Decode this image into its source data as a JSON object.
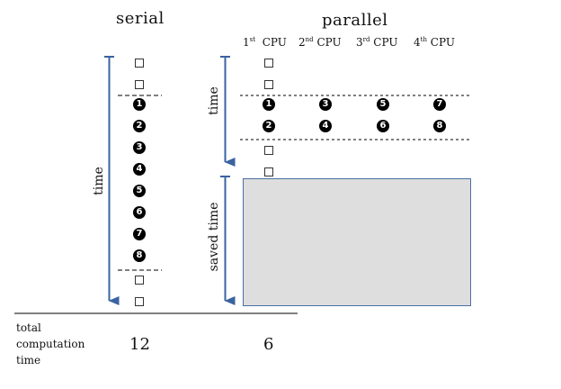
{
  "serial": {
    "heading": "serial",
    "time_label": "time",
    "tasks": [
      "1",
      "2",
      "3",
      "4",
      "5",
      "6",
      "7",
      "8"
    ],
    "total": "12"
  },
  "parallel": {
    "heading": "parallel",
    "time_label": "time",
    "saved_label": "saved time",
    "cpus": [
      {
        "ord": "1",
        "sup": "st",
        "label": "CPU",
        "tasks": [
          "1",
          "2"
        ]
      },
      {
        "ord": "2",
        "sup": "nd",
        "label": "CPU",
        "tasks": [
          "3",
          "4"
        ]
      },
      {
        "ord": "3",
        "sup": "rd",
        "label": "CPU",
        "tasks": [
          "5",
          "6"
        ]
      },
      {
        "ord": "4",
        "sup": "th",
        "label": "CPU",
        "tasks": [
          "7",
          "8"
        ]
      }
    ],
    "total": "6"
  },
  "totals": {
    "label_line1": "total",
    "label_line2": "computation",
    "label_line3": "time"
  },
  "colors": {
    "arrow": "#3a63a0",
    "saved_fill": "#dedede",
    "saved_border": "#4a6fa5"
  }
}
